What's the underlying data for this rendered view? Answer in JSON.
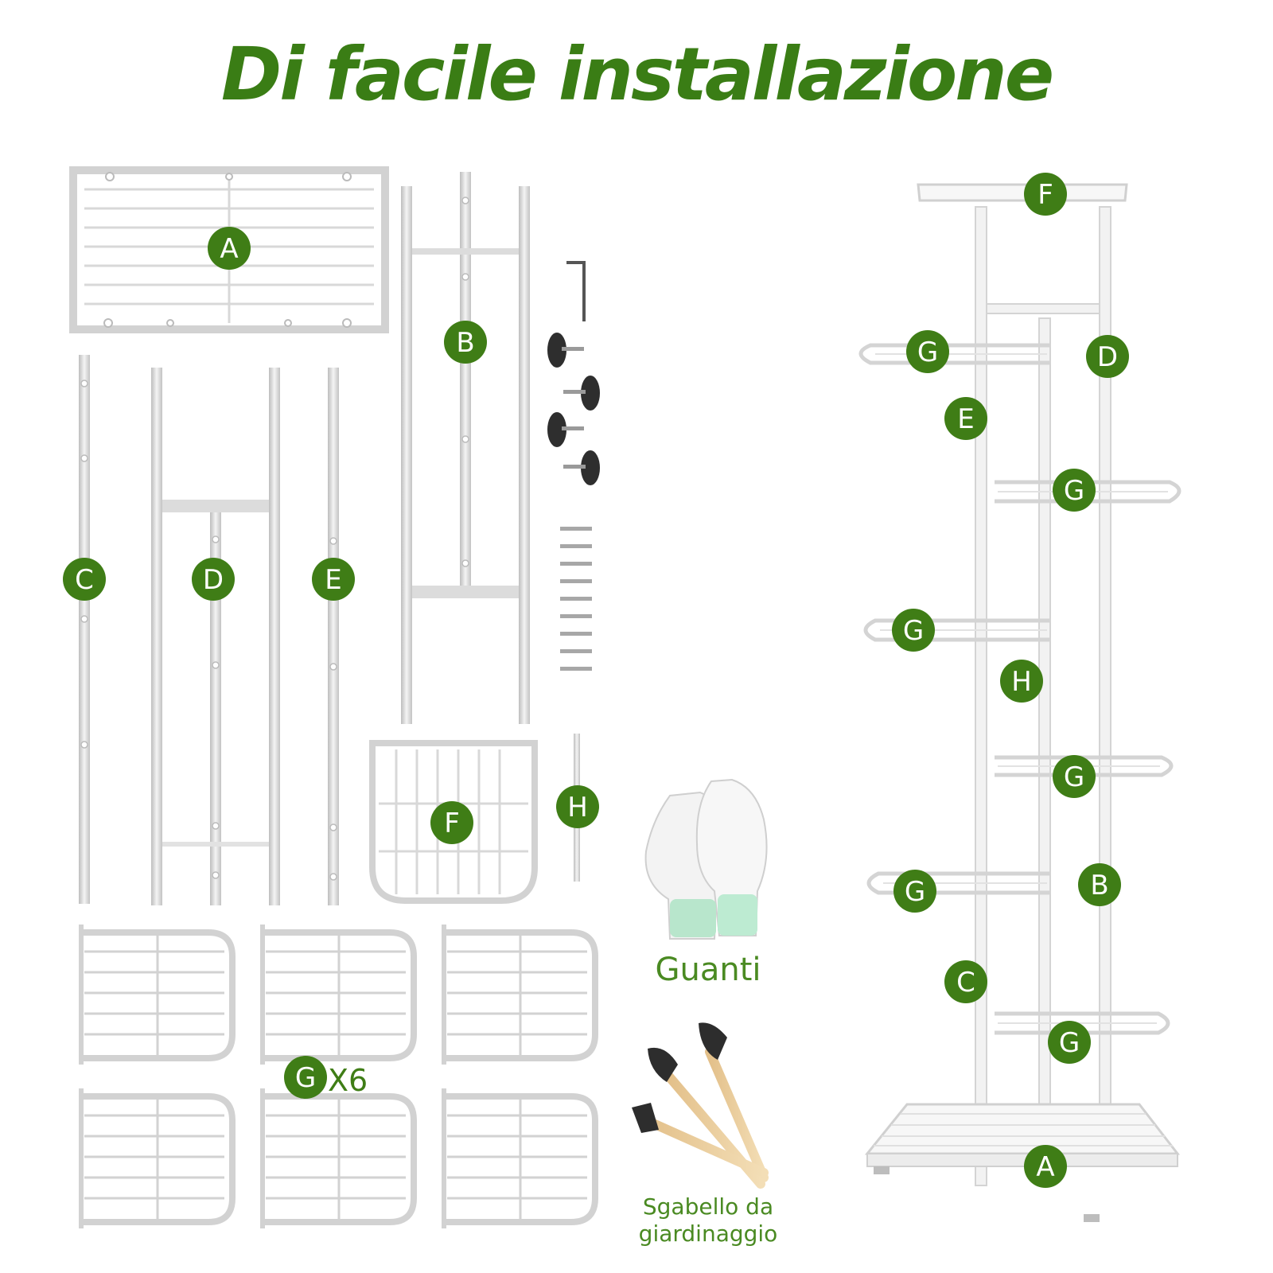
{
  "title": "Di facile installazione",
  "parts": {
    "A": "A",
    "B": "B",
    "C": "C",
    "D": "D",
    "E": "E",
    "F": "F",
    "G": "G",
    "H": "H"
  },
  "g_count": "X6",
  "accessories": {
    "gloves": "Guanti",
    "tools_line1": "Sgabello da",
    "tools_line2": "giardinaggio"
  },
  "colors": {
    "accent": "#3f7d16",
    "frame": "#d4d4d4",
    "shelf": "#ececec"
  }
}
